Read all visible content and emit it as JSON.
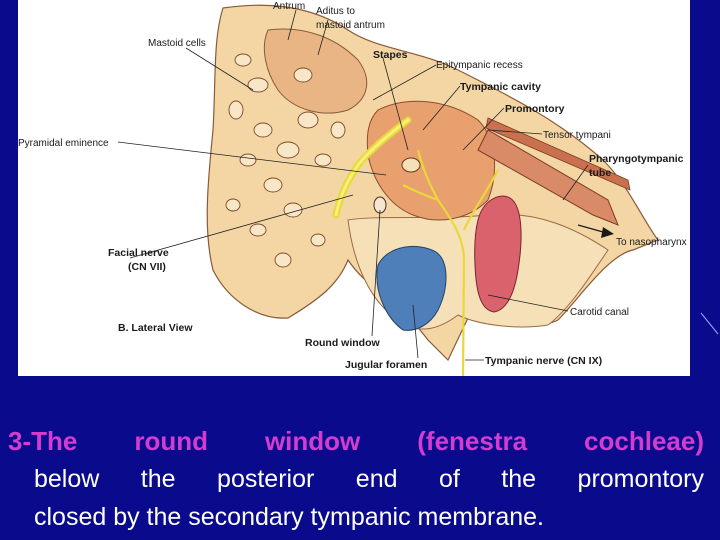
{
  "figure": {
    "labels": {
      "antrum": "Antrum",
      "aditus_line1": "Aditus to",
      "aditus_line2": "mastoid antrum",
      "mastoid_cells": "Mastoid cells",
      "stapes": "Stapes",
      "epitympanic_recess": "Epitympanic recess",
      "tympanic_cavity": "Tympanic cavity",
      "promontory": "Promontory",
      "tensor_tympani": "Tensor tympani",
      "pyramidal_eminence": "Pyramidal eminence",
      "pharyngotympanic_line1": "Pharyngotympanic",
      "pharyngotympanic_line2": "tube",
      "to_nasopharynx": "To nasopharynx",
      "facial_nerve_line1": "Facial nerve",
      "facial_nerve_line2": "(CN VII)",
      "carotid_canal": "Carotid canal",
      "lateral_view": "B. Lateral View",
      "round_window": "Round window",
      "jugular_foramen": "Jugular foramen",
      "tympanic_nerve": "Tympanic nerve (CN IX)"
    },
    "colors": {
      "bone": "#f3d6a4",
      "bone_dark": "#e7b98a",
      "cavity": "#e9a06f",
      "jugular": "#4f7fb8",
      "carotid": "#d9626c",
      "nerve": "#f2e64a",
      "tube": "#d98a66"
    }
  },
  "caption": {
    "line1": "3-The round window (fenestra cochleae)",
    "line2": "below the posterior end of the promontory",
    "line3": "closed by the secondary tympanic membrane."
  }
}
